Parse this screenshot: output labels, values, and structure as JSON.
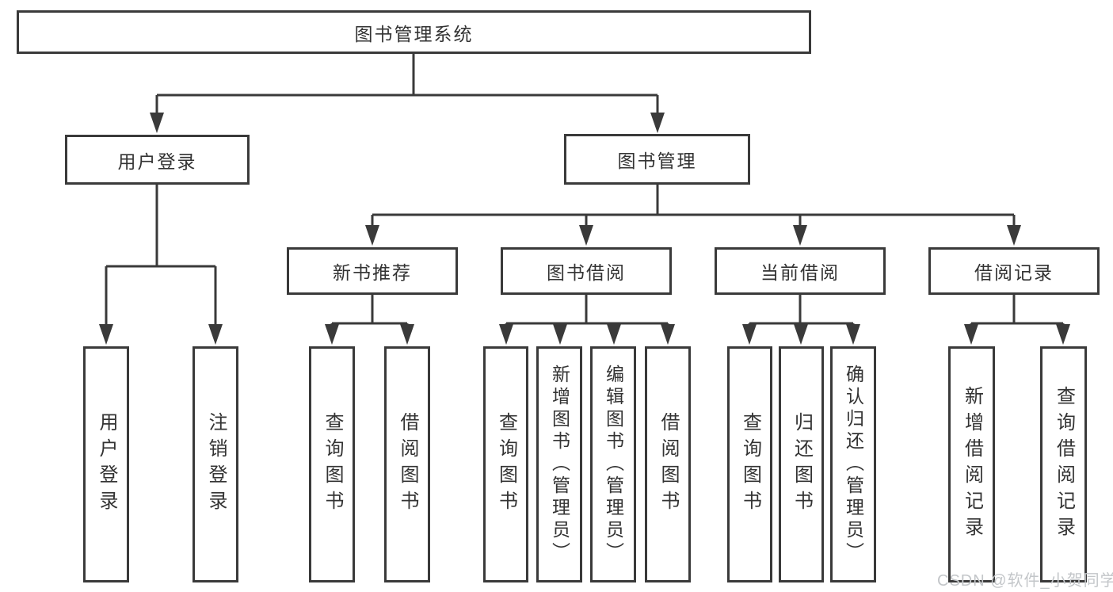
{
  "diagram": {
    "root": {
      "label": "图书管理系统"
    },
    "level1": [
      {
        "label": "用户登录"
      },
      {
        "label": "图书管理"
      }
    ],
    "level2": [
      {
        "label": "新书推荐"
      },
      {
        "label": "图书借阅"
      },
      {
        "label": "当前借阅"
      },
      {
        "label": "借阅记录"
      }
    ],
    "leaves": [
      {
        "label": "用户登录"
      },
      {
        "label": "注销登录"
      },
      {
        "label": "查询图书"
      },
      {
        "label": "借阅图书"
      },
      {
        "label": "查询图书"
      },
      {
        "label": "新增图书（管理员）"
      },
      {
        "label": "编辑图书（管理员）"
      },
      {
        "label": "借阅图书"
      },
      {
        "label": "查询图书"
      },
      {
        "label": "归还图书"
      },
      {
        "label": "确认归还（管理员）"
      },
      {
        "label": "新增借阅记录"
      },
      {
        "label": "查询借阅记录"
      }
    ],
    "watermark": "CSDN @软件_小贺同学",
    "colors": {
      "line": "#3a3a3a",
      "text": "#333333",
      "watermark": "#c3c6c9",
      "background": "#ffffff"
    }
  }
}
